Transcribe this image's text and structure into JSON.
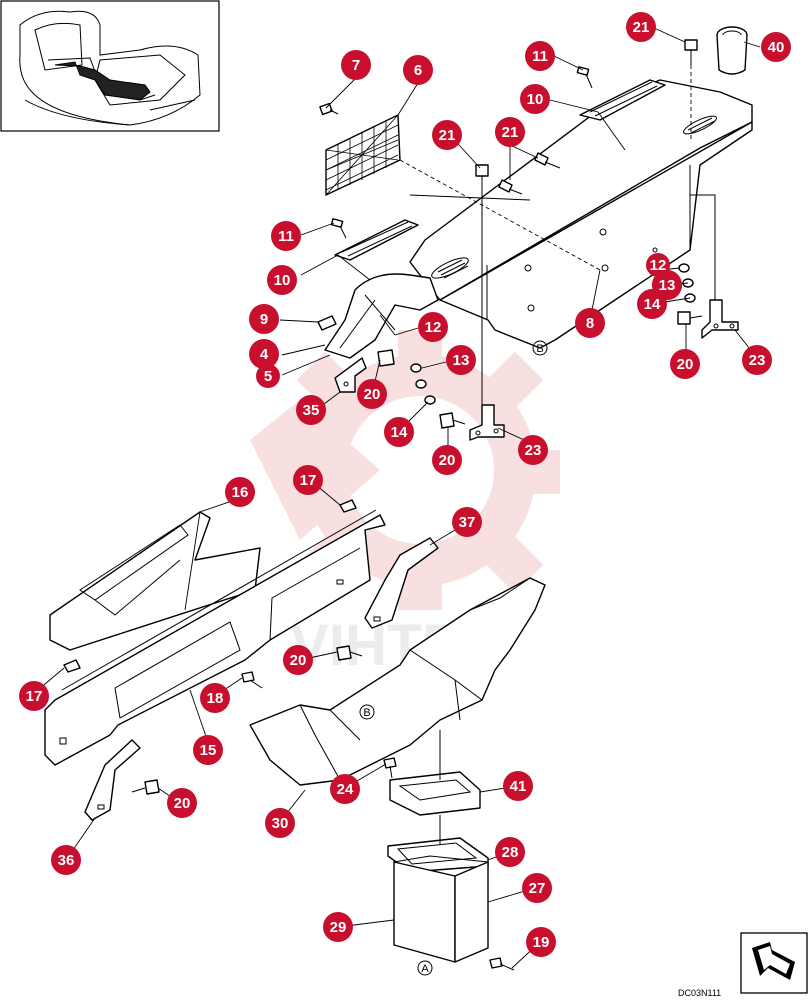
{
  "figure": {
    "code": "DC03N111",
    "watermark_text": "VIHTEX",
    "callout_color": "#c8102e"
  },
  "refs": {
    "A": "A",
    "B_top": "B",
    "B_bottom": "B"
  },
  "callouts": [
    {
      "id": "c21a",
      "label": "21"
    },
    {
      "id": "c40",
      "label": "40"
    },
    {
      "id": "c7",
      "label": "7"
    },
    {
      "id": "c6",
      "label": "6"
    },
    {
      "id": "c11a",
      "label": "11"
    },
    {
      "id": "c10a",
      "label": "10"
    },
    {
      "id": "c21b",
      "label": "21"
    },
    {
      "id": "c21c",
      "label": "21"
    },
    {
      "id": "c11b",
      "label": "11"
    },
    {
      "id": "c10b",
      "label": "10"
    },
    {
      "id": "c9",
      "label": "9"
    },
    {
      "id": "c12a",
      "label": "12"
    },
    {
      "id": "c13a",
      "label": "13"
    },
    {
      "id": "c13b",
      "label": "13"
    },
    {
      "id": "c14a",
      "label": "14"
    },
    {
      "id": "c8",
      "label": "8"
    },
    {
      "id": "c4",
      "label": "4"
    },
    {
      "id": "c5",
      "label": "5"
    },
    {
      "id": "c12b",
      "label": "12"
    },
    {
      "id": "c13c",
      "label": "13"
    },
    {
      "id": "c20a",
      "label": "20"
    },
    {
      "id": "c23a",
      "label": "23"
    },
    {
      "id": "c35",
      "label": "35"
    },
    {
      "id": "c20b",
      "label": "20"
    },
    {
      "id": "c14b",
      "label": "14"
    },
    {
      "id": "c20c",
      "label": "20"
    },
    {
      "id": "c23b",
      "label": "23"
    },
    {
      "id": "c16",
      "label": "16"
    },
    {
      "id": "c17a",
      "label": "17"
    },
    {
      "id": "c37",
      "label": "37"
    },
    {
      "id": "c20d",
      "label": "20"
    },
    {
      "id": "c17b",
      "label": "17"
    },
    {
      "id": "c18",
      "label": "18"
    },
    {
      "id": "c15",
      "label": "15"
    },
    {
      "id": "c20e",
      "label": "20"
    },
    {
      "id": "c30",
      "label": "30"
    },
    {
      "id": "c24",
      "label": "24"
    },
    {
      "id": "c41",
      "label": "41"
    },
    {
      "id": "c36",
      "label": "36"
    },
    {
      "id": "c28",
      "label": "28"
    },
    {
      "id": "c27",
      "label": "27"
    },
    {
      "id": "c29",
      "label": "29"
    },
    {
      "id": "c19",
      "label": "19"
    }
  ]
}
